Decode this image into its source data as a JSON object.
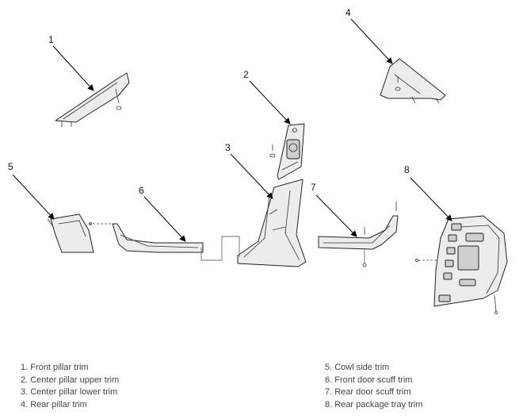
{
  "callouts": [
    "1",
    "2",
    "3",
    "4",
    "5",
    "6",
    "7",
    "8"
  ],
  "legend": {
    "left": [
      "1. Front pillar trim",
      "2. Center pillar upper trim",
      "3. Center pillar lower trim",
      "4. Rear pillar trim"
    ],
    "right": [
      "5. Cowl side trim",
      "6. Front door scuff trim",
      "7. Rear door scuff trim",
      "8. Rear package tray trim"
    ]
  }
}
